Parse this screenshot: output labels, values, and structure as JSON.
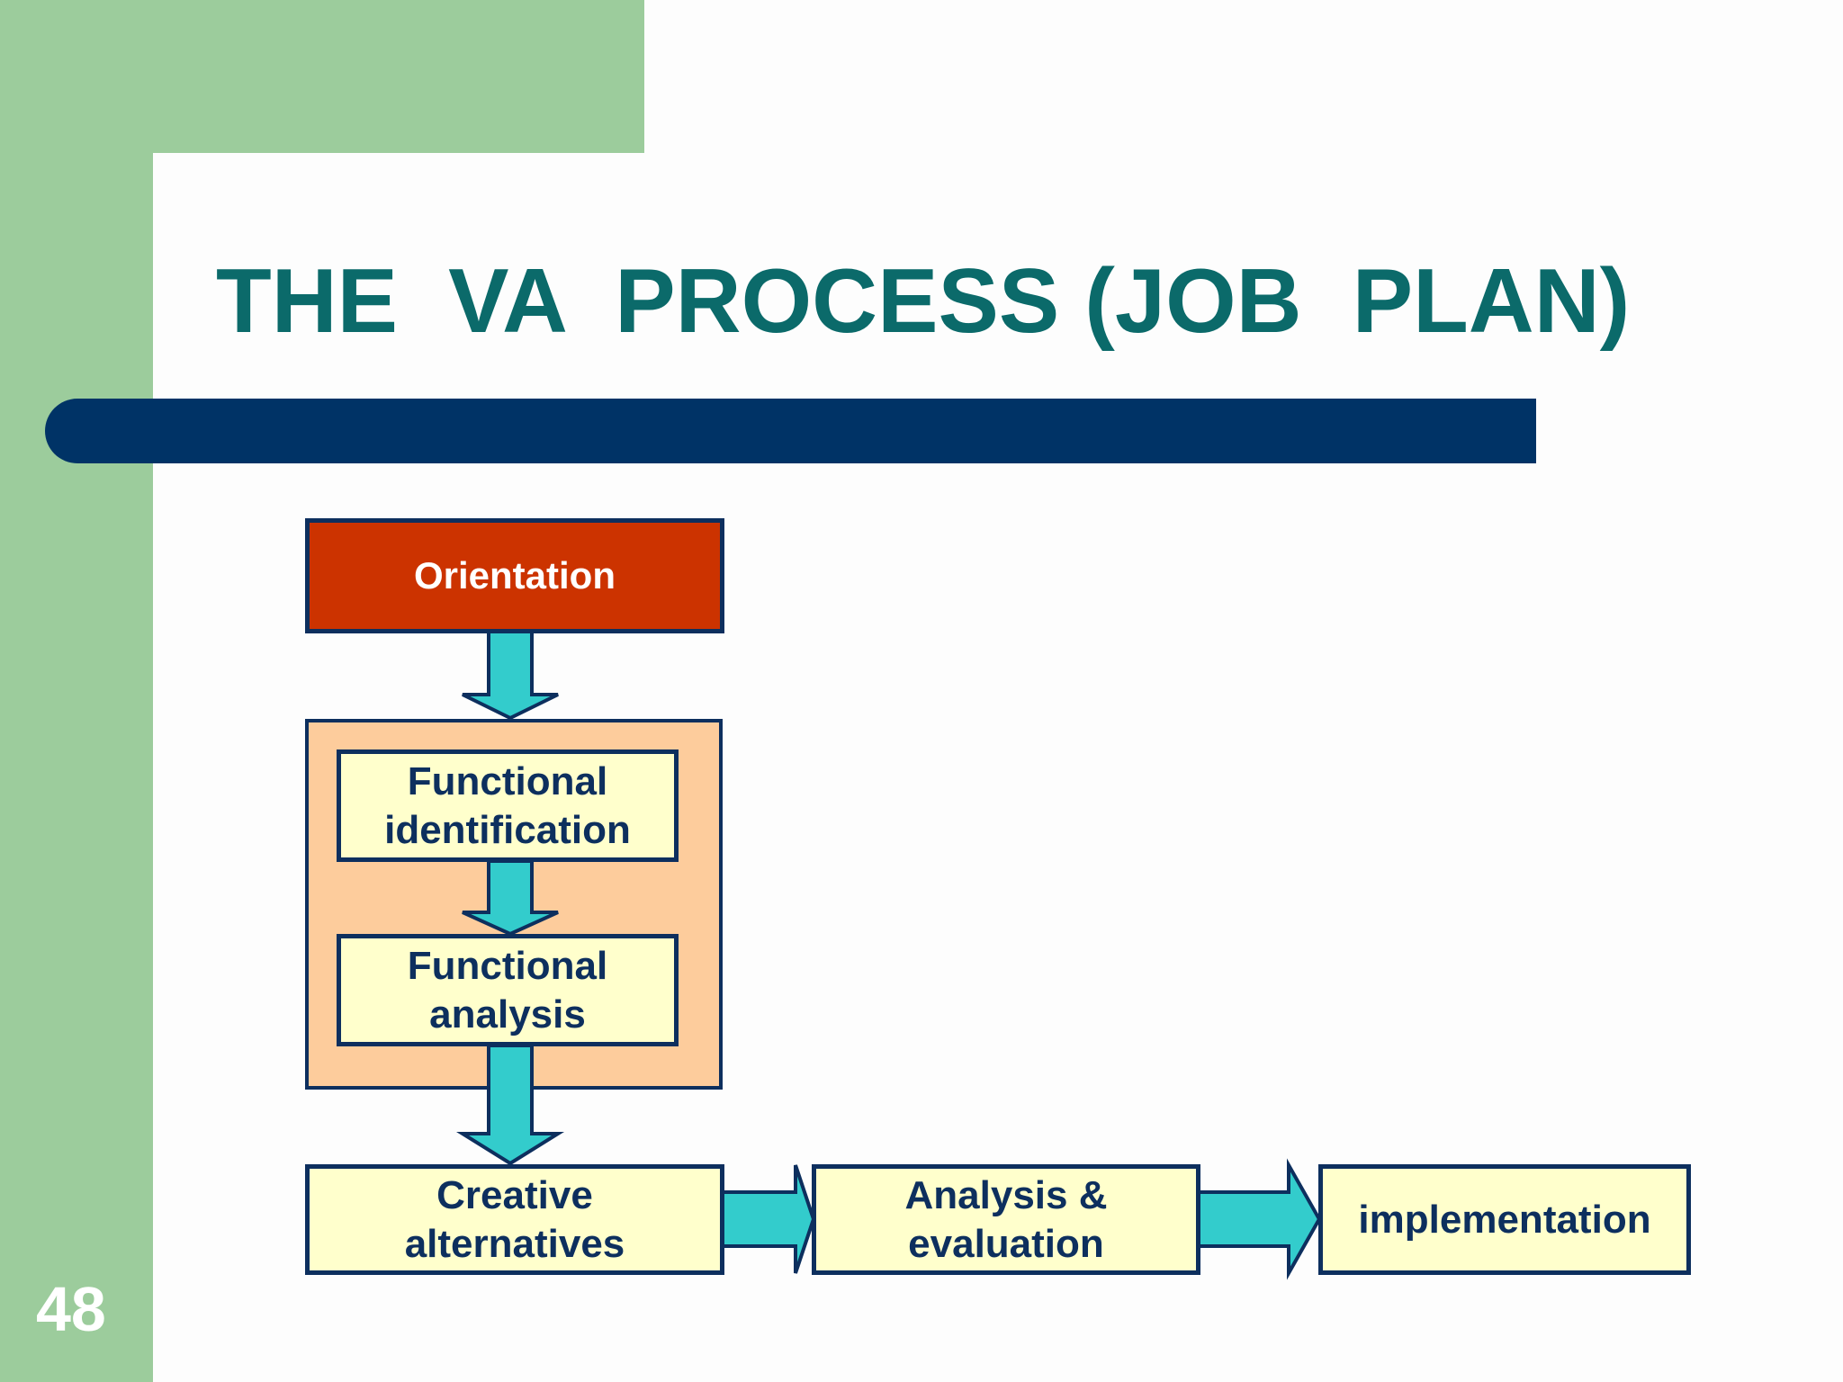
{
  "slide": {
    "title": "THE  VA  PROCESS (JOB  PLAN)",
    "number": "48"
  },
  "colors": {
    "sidebar_green": "#9ccc9c",
    "title_teal": "#0b6a6a",
    "bar_navy": "#003366",
    "orientation_red": "#cc3300",
    "box_cream": "#ffffcc",
    "group_peach": "#fdcc9c",
    "arrow_cyan": "#33cccc"
  },
  "steps": {
    "orientation": "Orientation",
    "functional_identification": "Functional\nidentification",
    "functional_analysis": "Functional\n analysis",
    "creative_alternatives": "Creative\nalternatives",
    "analysis_evaluation": "Analysis &\nevaluation",
    "implementation": "implementation"
  }
}
